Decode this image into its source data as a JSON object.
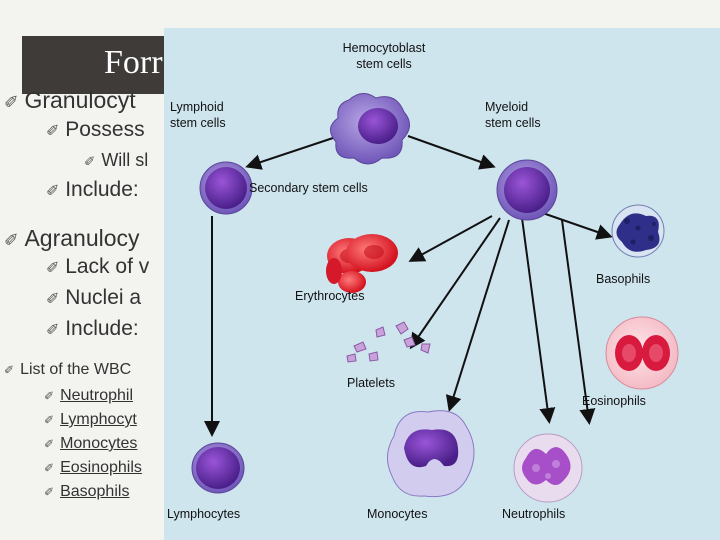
{
  "slide": {
    "title": "Forr",
    "bullets": [
      {
        "text": "Granulocyt",
        "level": 1
      },
      {
        "text": "Possess",
        "level": 2
      },
      {
        "text": "Will sl",
        "level": 3
      },
      {
        "text": "Include:",
        "level": 2
      },
      {
        "text": "Agranulocy",
        "level": 1
      },
      {
        "text": "Lack of v",
        "level": 2
      },
      {
        "text": "Nuclei a",
        "level": 2
      },
      {
        "text": "Include:",
        "level": 2
      },
      {
        "text": "List of the WBC",
        "level": 1
      }
    ],
    "wbc_list": [
      "Neutrophil",
      "Lymphocyt",
      "Monocytes",
      "Eosinophils",
      "Basophils"
    ]
  },
  "figure": {
    "hemocytoblast": "Hemocytoblast stem cells",
    "lymphoid": "Lymphoid stem cells",
    "myeloid": "Myeloid stem cells",
    "secondary": "Secondary stem cells",
    "erythrocytes": "Erythrocytes",
    "basophils": "Basophils",
    "platelets": "Platelets",
    "eosinophils": "Eosinophils",
    "lymphocytes": "Lymphocytes",
    "monocytes": "Monocytes",
    "neutrophils": "Neutrophils"
  },
  "colors": {
    "figure_background": "#cfe5ee",
    "title_bar": "#3e3b39",
    "cell_purple": "#6a3aa8",
    "erythrocyte_red": "#e0283a"
  }
}
